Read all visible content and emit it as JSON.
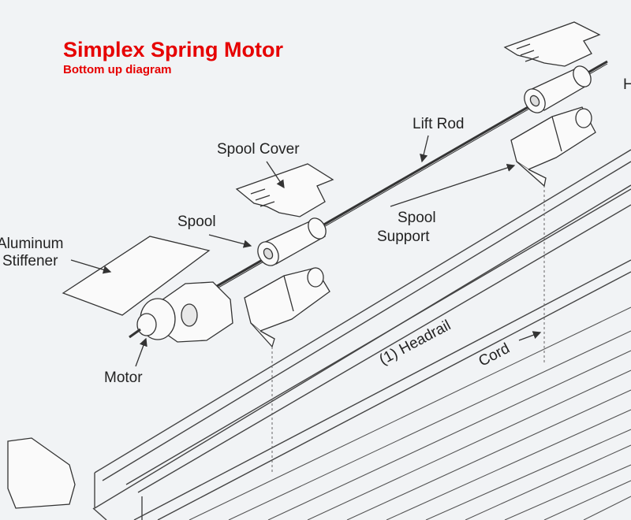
{
  "title": "Simplex Spring Motor",
  "subtitle": "Bottom up diagram",
  "labels": {
    "lift_rod": "Lift Rod",
    "spool_cover": "Spool Cover",
    "spool": "Spool",
    "aluminum_stiffener_line1": "Aluminum",
    "aluminum_stiffener_line2": "Stiffener",
    "spool_support_line1": "Spool",
    "spool_support_line2": "Support",
    "motor": "Motor",
    "headrail": "(1) Headrail",
    "cord": "Cord",
    "cut_off_h": "H"
  },
  "colors": {
    "title": "#e60000",
    "line": "#333333",
    "background": "#f1f3f5"
  }
}
